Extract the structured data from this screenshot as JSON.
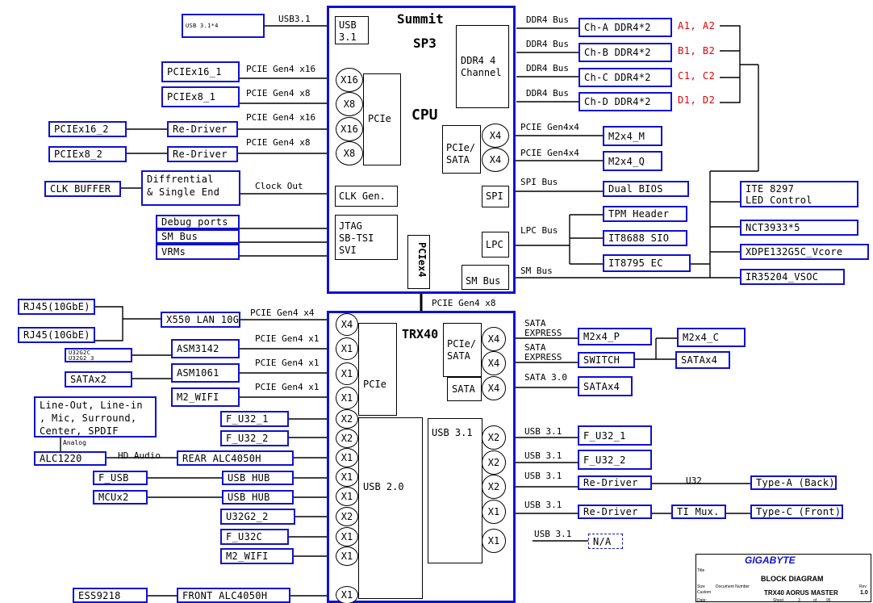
{
  "colors": {
    "box": "#1010d0",
    "wire": "#000000",
    "channel_text": "#e00000",
    "logo": "#1010d0"
  },
  "cpu": {
    "title": "Summit",
    "subtitle": "SP3",
    "core": "CPU",
    "usb31": "USB\n3.1",
    "pcie": "PCIe",
    "ddr": "DDR4 4\nChannel",
    "pcie_sata": "PCIe/\nSATA",
    "clk_gen": "CLK Gen.",
    "jtag": "JTAG\nSB-TSI\nSVI",
    "pciex4": "PCIex4",
    "spi": "SPI",
    "lpc": "LPC",
    "smbus": "SM Bus",
    "lanes_left": [
      "X16",
      "X8",
      "X16",
      "X8"
    ],
    "lanes_right": [
      "X4",
      "X4"
    ]
  },
  "trx40": {
    "title": "TRX40",
    "pcie": "PCIe",
    "pcie_sata": "PCIe/\nSATA",
    "sata": "SATA",
    "usb20": "USB 2.0",
    "usb31": "USB 3.1",
    "lanes_left": [
      "X4",
      "X1",
      "X1",
      "X1",
      "X2",
      "X2",
      "X1",
      "X1",
      "X1",
      "X2",
      "X1",
      "X1",
      "X1"
    ],
    "lanes_right": [
      "X4",
      "X4",
      "X4",
      "X2",
      "X2",
      "X2",
      "X1",
      "X1"
    ]
  },
  "left_upper": {
    "usb31x4": "USB 3.1*4",
    "usb31_label": "USB3.1",
    "pciex16_1": "PCIEx16_1",
    "pciex8_1": "PCIEx8_1",
    "pciex16_2": "PCIEx16_2",
    "pciex8_2": "PCIEx8_2",
    "redriver1": "Re-Driver",
    "redriver2": "Re-Driver",
    "clk_buffer": "CLK BUFFER",
    "diff": "Diffrential\n& Single End",
    "debug": "Debug ports",
    "smbus": "SM Bus",
    "vrms": "VRMs",
    "l_x16_1": "PCIE Gen4 x16",
    "l_x8_1": "PCIE Gen4 x8",
    "l_x16_2": "PCIE Gen4 x16",
    "l_x8_2": "PCIE Gen4 x8",
    "clock_out": "Clock Out"
  },
  "right_upper": {
    "ddr_bus": [
      "DDR4 Bus",
      "DDR4 Bus",
      "DDR4 Bus",
      "DDR4 Bus"
    ],
    "channels": [
      "Ch-A DDR4*2",
      "Ch-B DDR4*2",
      "Ch-C DDR4*2",
      "Ch-D DDR4*2"
    ],
    "slots": [
      "A1, A2",
      "B1, B2",
      "C1, C2",
      "D1, D2"
    ],
    "m2m": "M2x4_M",
    "m2q": "M2x4_Q",
    "l_m2m": "PCIE Gen4x4",
    "l_m2q": "PCIE Gen4x4",
    "spi_bus": "SPI Bus",
    "dual_bios": "Dual BIOS",
    "lpc_bus": "LPC Bus",
    "tpm": "TPM Header",
    "sio": "IT8688 SIO",
    "ec": "IT8795 EC",
    "sm_bus": "SM Bus",
    "ite": "ITE 8297\nLED Control",
    "nct": "NCT3933*5",
    "xdpe": "XDPE132G5C_Vcore",
    "ir": "IR35204_VSOC"
  },
  "link": "PCIE Gen4 x8",
  "left_lower": {
    "rj45a": "RJ45(10GbE)",
    "rj45b": "RJ45(10GbE)",
    "x550": "X550 LAN 10G",
    "l_x550": "PCIE Gen4 x4",
    "u32g2c": "U32G2C\nU32G2_3",
    "asm3142": "ASM3142",
    "l_asm3142": "PCIE Gen4 x1",
    "satax2": "SATAx2",
    "asm1061": "ASM1061",
    "l_asm1061": "PCIE Gen4 x1",
    "m2wifi": "M2_WIFI",
    "l_m2wifi": "PCIE Gen4 x1",
    "audio": "Line-Out, Line-in\n, Mic, Surround,\nCenter, SPDIF",
    "analog": "Analog",
    "alc1220": "ALC1220",
    "hd_audio": "HD Audio",
    "rear_alc": "REAR ALC4050H",
    "fu32_1": "F_U32_1",
    "fu32_2": "F_U32_2",
    "fusb": "F_USB",
    "usbhub1": "USB HUB",
    "mcux2": "MCUx2",
    "usbhub2": "USB HUB",
    "u32g2_2": "U32G2_2",
    "fu32c": "F_U32C",
    "m2wifi2": "M2_WIFI",
    "ess": "ESS9218",
    "front_alc": "FRONT ALC4050H"
  },
  "right_lower": {
    "l_sata_exp1": "SATA\nEXPRESS",
    "m2p": "M2x4_P",
    "l_sata_exp2": "SATA\nEXPRESS",
    "switch": "SWITCH",
    "m2c": "M2x4_C",
    "satax4a": "SATAx4",
    "l_sata30": "SATA 3.0",
    "satax4b": "SATAx4",
    "l_usb": [
      "USB 3.1",
      "USB 3.1",
      "USB 3.1",
      "USB 3.1",
      "USB 3.1"
    ],
    "fu32_1": "F_U32_1",
    "fu32_2": "F_U32_2",
    "redriver1": "Re-Driver",
    "u32": "U32",
    "typea": "Type-A (Back)",
    "redriver2": "Re-Driver",
    "timux": "TI Mux.",
    "typec": "Type-C (Front)",
    "na": "N/A"
  },
  "title_block": {
    "company": "GIGABYTE",
    "title_lbl": "Title",
    "title": "BLOCK DIAGRAM",
    "size_lbl": "Size",
    "size": "Custom",
    "docno_lbl": "Document Number",
    "docno": "TRX40 AORUS MASTER",
    "rev_lbl": "Rev",
    "rev": "1.0",
    "date_lbl": "Date:",
    "sheet_lbl": "Sheet",
    "sheet": "3",
    "of_lbl": "of",
    "of": "95"
  }
}
